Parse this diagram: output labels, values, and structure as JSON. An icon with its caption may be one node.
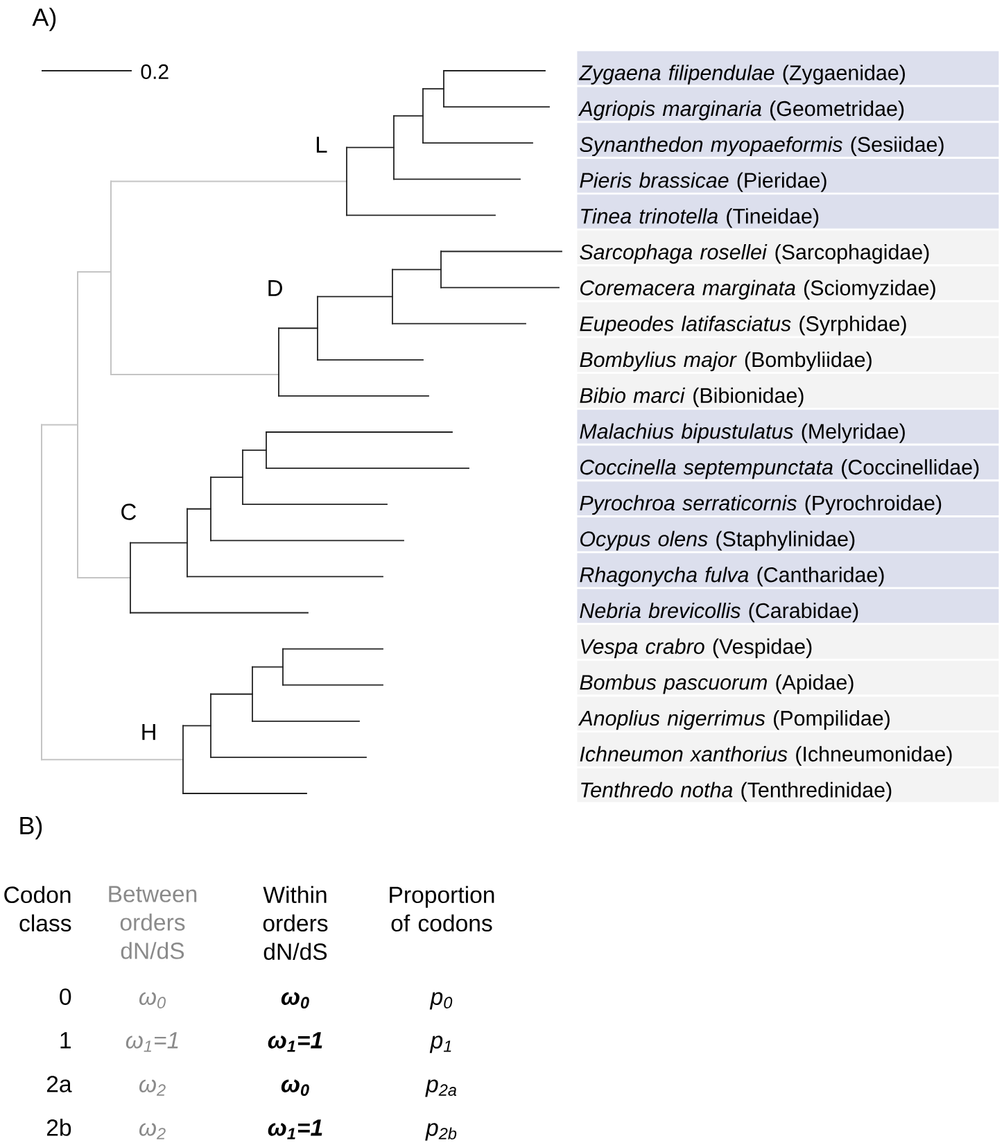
{
  "diagram": {
    "nodes": [
      {
        "text": [
          "*Zygaena filipendulae* (Zygaenidae)"
        ]
      },
      {
        "text": [
          "*Agriopis marginaria* (Geometridae)"
        ]
      },
      {
        "text": [
          "*Synanthedon myopaeformis* (Sesiidae)"
        ]
      },
      {
        "text": [
          "*Pieris brassicae* (Pieridae)"
        ]
      },
      {
        "text": [
          "*Tinea trinotella* (Tineidae)"
        ]
      },
      {
        "text": [
          "*Sarcophaga rosellei* (Sarcophagidae)"
        ]
      },
      {
        "text": [
          "*Coremacera marginata* (Sciomyzidae)"
        ]
      },
      {
        "text": [
          "*Eupeodes latifasciatus* (Syrphidae)"
        ]
      },
      {
        "text": [
          "*Bombylius major* (Bombyliidae)"
        ]
      },
      {
        "text": [
          "*Bibio marci* (Bibionidae)"
        ]
      },
      {
        "text": [
          "*Malachius bipustulatus* (Melyridae)"
        ]
      },
      {
        "text": [
          "*Coccinella septempunctata* (Coccinellidae)"
        ]
      },
      {
        "text": [
          "*Pyrochroa serraticornis* (Pyrochroidae)"
        ]
      },
      {
        "text": [
          "*Ocypus olens* (Staphylinidae)"
        ]
      },
      {
        "text": [
          "*Rhagonycha fulva* (Cantharidae)"
        ]
      },
      {
        "text": [
          "*Nebria brevicollis* (Carabidae)"
        ]
      },
      {
        "text": [
          "*Vespa crabro* (Vespidae)"
        ]
      },
      {
        "text": [
          "*Bombus pascuorum* (Apidae)"
        ]
      },
      {
        "text": [
          "*Anoplius nigerrimus* (Pompilidae)"
        ]
      },
      {
        "text": [
          "*Ichneumon xanthorius* (Ichneumonidae)"
        ]
      },
      {
        "text": [
          "*Tenthredo notha* (Tenthredinidae)"
        ]
      }
    ],
    "labels": [
      "A)",
      "0.2",
      "L",
      "D",
      "C",
      "H",
      "B)",
      "Codon class",
      "Between orders dN/dS",
      "Within orders dN/dS",
      "Proportion of codons",
      "0",
      "ω$_{0}$",
      "ω$_{0}$",
      "p$_{0}$",
      "1",
      "ω$_{1}$=1",
      "ω$_{1}$=1",
      "p$_{1}$",
      "2a",
      "ω$_{2}$",
      "ω$_{0}$",
      "p$_{2a}$",
      "2b",
      "ω$_{2}$",
      "ω$_{1}$=1",
      "p$_{2b}$"
    ]
  }
}
